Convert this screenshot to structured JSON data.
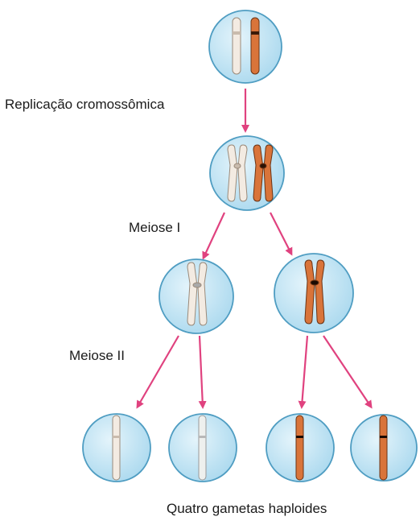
{
  "labels": {
    "replication": "Replicação cromossômica",
    "meiosis_1": "Meiose I",
    "meiosis_2": "Meiose II",
    "gametes": "Quatro gametas haploides"
  },
  "colors": {
    "cell_fill": "#bfe4f4",
    "cell_stroke": "#4f9dc2",
    "arrow": "#e0427f",
    "chromosome_light": "#f3ebe2",
    "chromosome_light_stroke": "#9a8a7a",
    "chromosome_orange": "#d9743a",
    "chromosome_orange_stroke": "#6b3415"
  }
}
